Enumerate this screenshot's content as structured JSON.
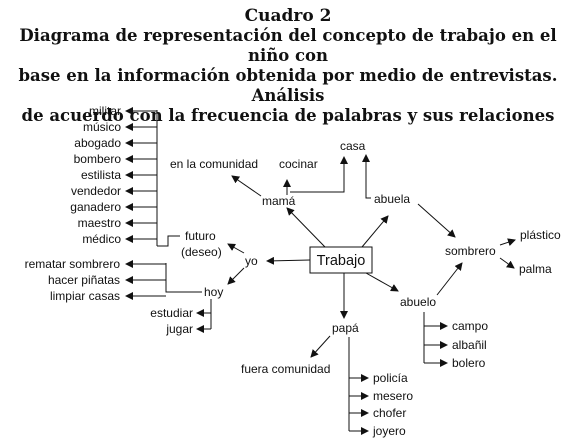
{
  "header": {
    "title": "Cuadro 2",
    "subtitle_lines": [
      "Diagrama de representación del concepto de trabajo en el niño con",
      "base en la información obtenida por medio de entrevistas. Análisis",
      "de acuerdo con la frecuencia de palabras y sus relaciones"
    ]
  },
  "nodes": {
    "trabajo": "Trabajo",
    "yo": "yo",
    "futuro": "futuro",
    "deseo": "(deseo)",
    "hoy": "hoy",
    "mama": "mamá",
    "en_comunidad": "en la comunidad",
    "cocinar": "cocinar",
    "casa": "casa",
    "abuela": "abuela",
    "sombrero": "sombrero",
    "plastico": "plástico",
    "palma": "palma",
    "abuelo": "abuelo",
    "campo": "campo",
    "albanil": "albañil",
    "bolero": "bolero",
    "papa": "papá",
    "fuera_comunidad": "fuera comunidad",
    "policia": "policía",
    "mesero": "mesero",
    "chofer": "chofer",
    "joyero": "joyero",
    "estudiar": "estudiar",
    "jugar": "jugar"
  },
  "future_jobs": [
    "militar",
    "músico",
    "abogado",
    "bombero",
    "estilista",
    "vendedor",
    "ganadero",
    "maestro",
    "médico"
  ],
  "today_activities": [
    "rematar sombrero",
    "hacer piñatas",
    "limpiar casas"
  ]
}
